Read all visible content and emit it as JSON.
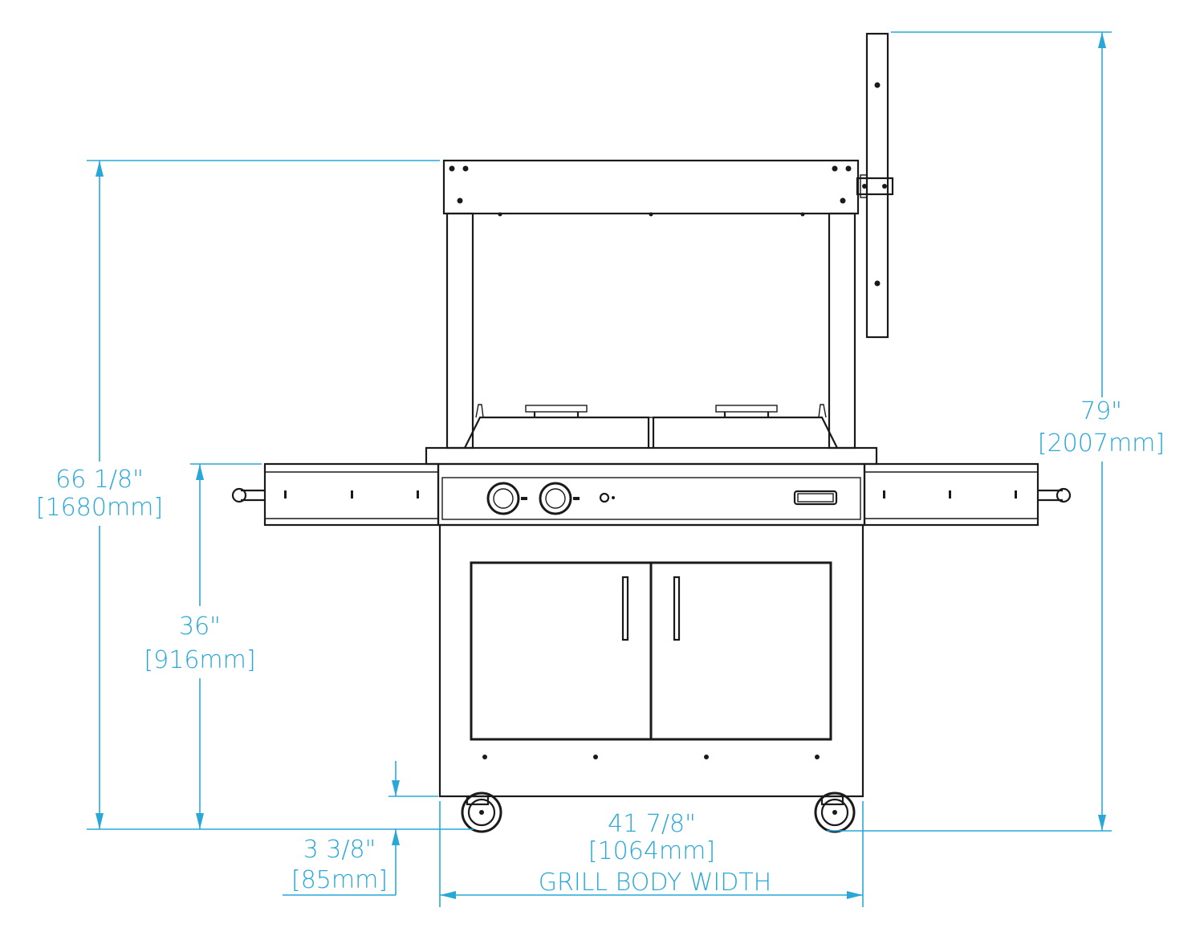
{
  "dimensions": {
    "overall_height": {
      "imperial": "79\"",
      "metric": "[2007mm]"
    },
    "frame_height": {
      "imperial": "66 1/8\"",
      "metric": "[1680mm]"
    },
    "counter_height": {
      "imperial": "36\"",
      "metric": "[916mm]"
    },
    "caster_height": {
      "imperial": "3 3/8\"",
      "metric": "[85mm]"
    },
    "body_width": {
      "imperial": "41 7/8\"",
      "metric": "[1064mm]",
      "caption": "GRILL BODY WIDTH"
    }
  },
  "colors": {
    "dimension": "#29a8d8",
    "linework": "#1a1a1a"
  }
}
